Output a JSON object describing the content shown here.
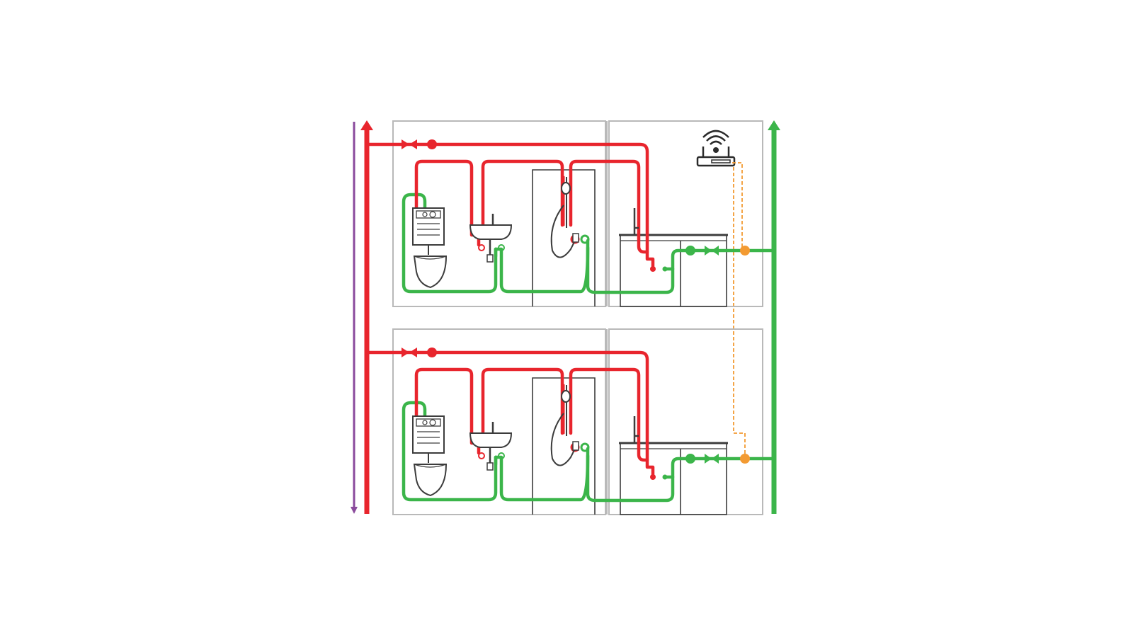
{
  "diagram": {
    "kind": "water-distribution-schematic",
    "floors": [
      "upper-bathroom",
      "lower-bathroom"
    ],
    "fixtures": [
      "wall-hung-toilet",
      "washbasin",
      "shower",
      "kitchen-sink"
    ],
    "colors": {
      "hot_water": "#e8252d",
      "cold_water": "#3bb54a",
      "circulation": "#8a4a9c",
      "signal": "#f39a32",
      "room_outline": "#b9b9b9",
      "fixture_line": "#3c3c3c"
    },
    "icons": [
      "wifi-router-icon",
      "shutoff-valve-icon",
      "water-meter-icon",
      "sensor-node-icon"
    ]
  }
}
